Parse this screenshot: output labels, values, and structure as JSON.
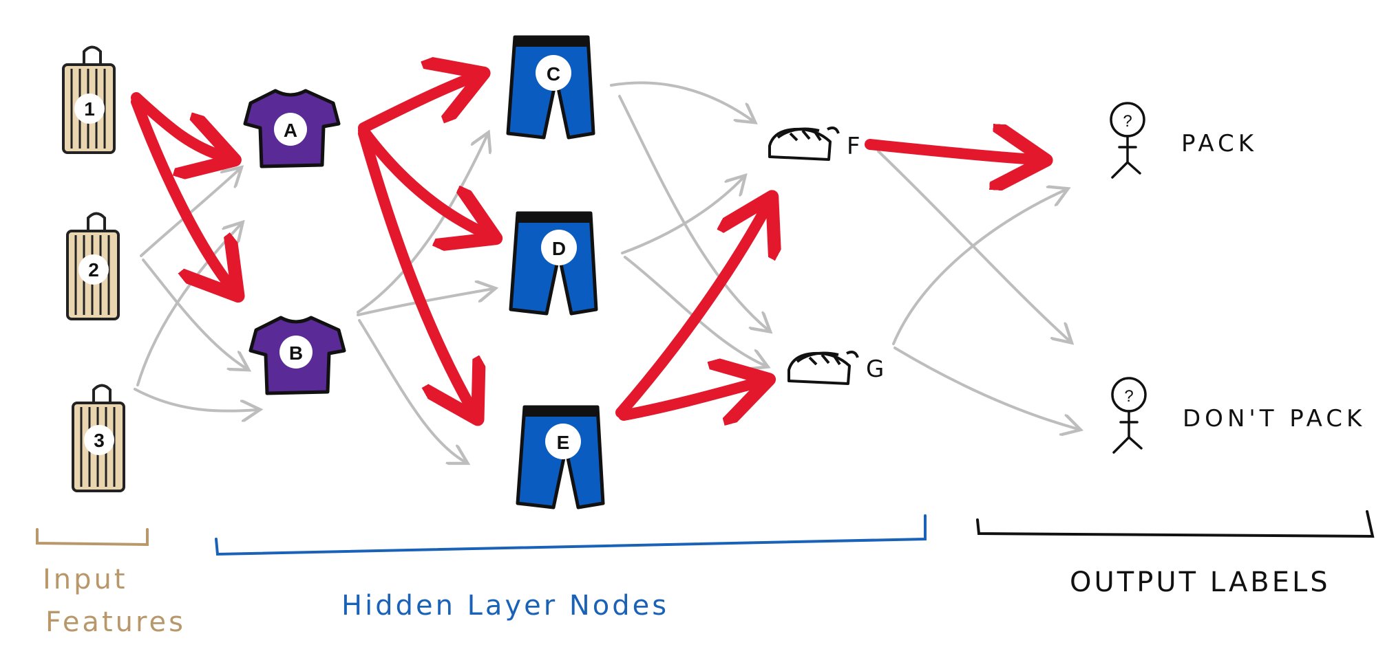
{
  "inputs": [
    {
      "id": "in1",
      "label": "1"
    },
    {
      "id": "in2",
      "label": "2"
    },
    {
      "id": "in3",
      "label": "3"
    }
  ],
  "hidden_shirts": [
    {
      "id": "A",
      "label": "A"
    },
    {
      "id": "B",
      "label": "B"
    }
  ],
  "hidden_pants": [
    {
      "id": "C",
      "label": "C"
    },
    {
      "id": "D",
      "label": "D"
    },
    {
      "id": "E",
      "label": "E"
    }
  ],
  "hidden_bread": [
    {
      "id": "F",
      "label": "F"
    },
    {
      "id": "G",
      "label": "G"
    }
  ],
  "outputs": [
    {
      "id": "pack",
      "label": "PACK"
    },
    {
      "id": "dontpack",
      "label": "DON'T PACK"
    }
  ],
  "person_glyph": "?",
  "captions": {
    "input_line1": "Input",
    "input_line2": "Features",
    "hidden": "Hidden Layer Nodes",
    "output": "OUTPUT LABELS"
  },
  "colors": {
    "active_edge": "#e3182d",
    "inactive_edge": "#bdbdbd",
    "input_brown": "#b8976a",
    "hidden_blue": "#1a62b8",
    "shirt_purple": "#5a2a96",
    "pants_blue": "#0b5cc0",
    "bag_fill": "#e9d5b0"
  },
  "icons": {
    "input": "shopping-bag-icon",
    "shirt": "t-shirt-icon",
    "pants": "pants-icon",
    "bread": "bread-icon",
    "person": "stick-figure-icon"
  }
}
